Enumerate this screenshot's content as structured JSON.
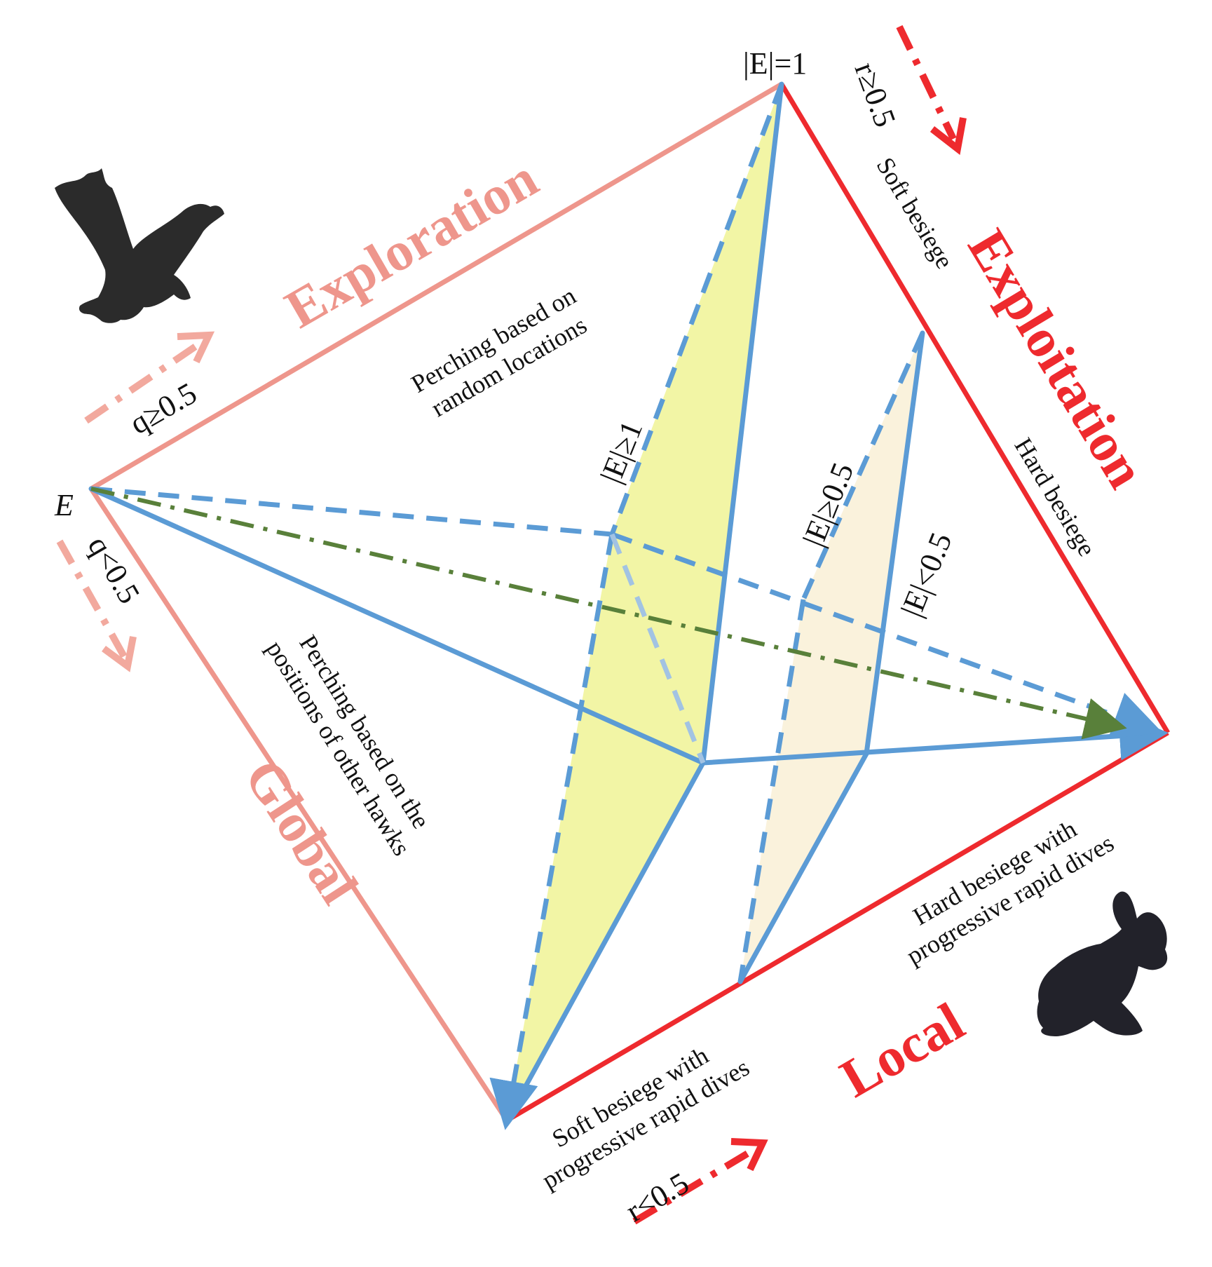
{
  "colors": {
    "global_exploration_edge": "#ee968c",
    "local_exploitation_edge": "#ee2a2e",
    "blue": "#5b9bd5",
    "light_blue": "#a2c3e3",
    "green_dashdot": "#59803a",
    "yellow_fill": "#f2f5a5",
    "beige_fill": "#faf2dc",
    "silhouette": "#2b2b2b",
    "silhouette_rabbit": "#22222a"
  },
  "vertices": {
    "left": "E",
    "top": "|E|=1"
  },
  "phases": {
    "exploration": "Exploration",
    "exploitation": "Exploitation",
    "global": "Global",
    "local": "Local"
  },
  "conditions": {
    "q_ge": "q≥0.5",
    "q_lt": "q<0.5",
    "r_ge": "r≥0.5",
    "r_lt": "r<0.5",
    "e_ge_1": "|E|≥1",
    "e_ge_05": "|E|≥0.5",
    "e_lt_05": "|E|<0.5"
  },
  "strategies": {
    "perch_random": [
      "Perching based on",
      "random locations"
    ],
    "perch_hawks": [
      "Perching based on  the",
      "positions of other hawks"
    ],
    "soft_besiege": "Soft besiege",
    "hard_besiege": "Hard besiege",
    "soft_dives": [
      "Soft besiege with",
      "progressive rapid dives"
    ],
    "hard_dives": [
      "Hard besiege with",
      "progressive rapid dives"
    ]
  },
  "icons": {
    "predator": "hawk-silhouette-icon",
    "prey": "rabbit-silhouette-icon"
  }
}
